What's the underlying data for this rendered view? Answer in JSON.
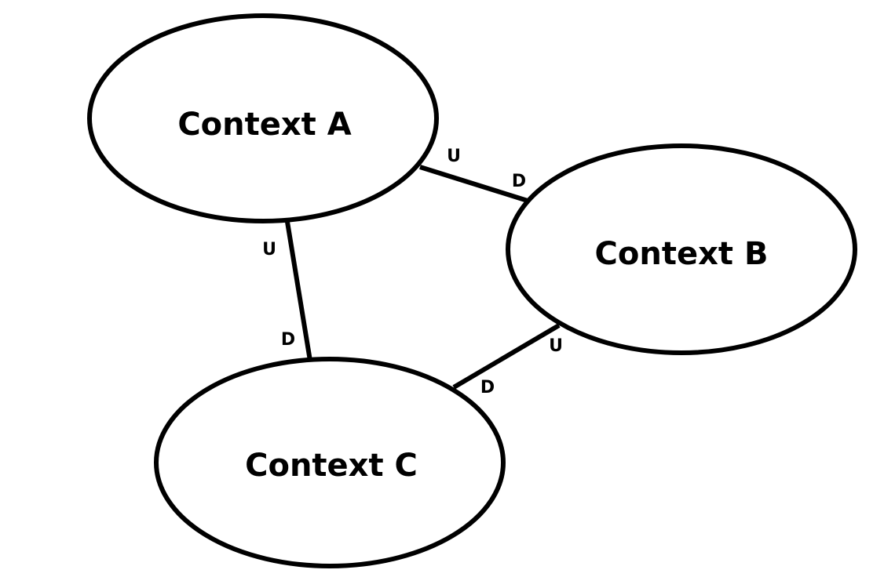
{
  "contexts": {
    "a": {
      "label": "Context A"
    },
    "b": {
      "label": "Context B"
    },
    "c": {
      "label": "Context C"
    }
  },
  "relationships": [
    {
      "from": "Context A",
      "to": "Context B",
      "from_end": "U",
      "to_end": "D"
    },
    {
      "from": "Context A",
      "to": "Context C",
      "from_end": "U",
      "to_end": "D"
    },
    {
      "from": "Context B",
      "to": "Context C",
      "from_end": "U",
      "to_end": "D"
    }
  ],
  "colors": {
    "stroke": "#000000",
    "background": "#ffffff"
  }
}
